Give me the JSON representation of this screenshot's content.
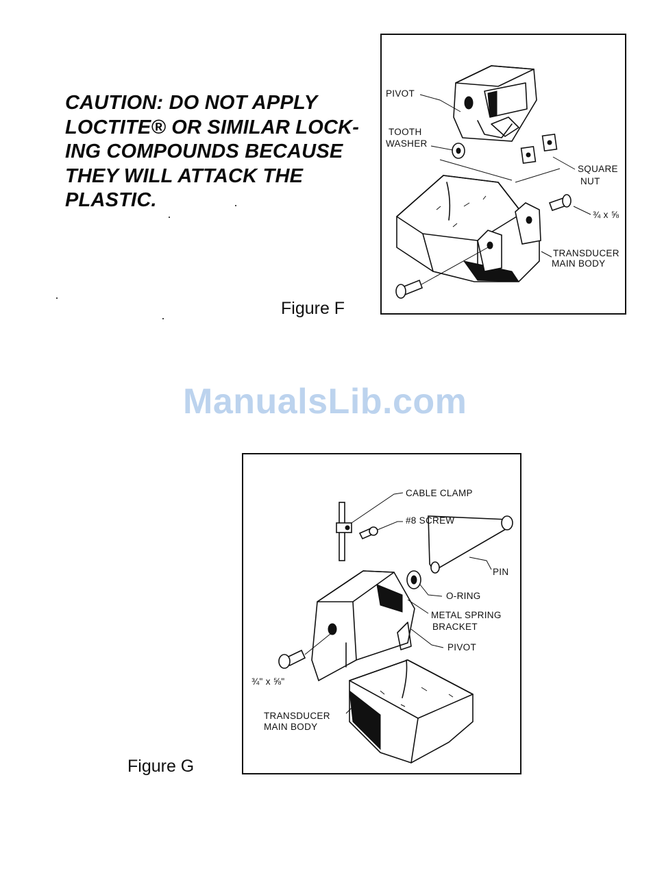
{
  "caution": {
    "lines": [
      "CAUTION: DO NOT APPLY",
      "LOCTITE® OR SIMILAR LOCK-",
      "ING COMPOUNDS BECAUSE",
      "THEY WILL ATTACK THE",
      "PLASTIC."
    ]
  },
  "figure_f": {
    "caption": "Figure F",
    "labels": {
      "pivot": "PIVOT",
      "tooth": "TOOTH",
      "washer": "WASHER",
      "square": "SQUARE",
      "nut": "NUT",
      "bolt_size": "¾ x ⅝",
      "transducer": "TRANSDUCER",
      "main_body": "MAIN BODY"
    }
  },
  "watermark": "ManualsLib.com",
  "figure_g": {
    "caption": "Figure G",
    "labels": {
      "cable_clamp": "CABLE CLAMP",
      "screw": "#8 SCREW",
      "pin": "PIN",
      "oring": "O-RING",
      "metal_spring": "METAL SPRING",
      "bracket": "BRACKET",
      "pivot": "PIVOT",
      "bolt_size": "¾\" x ⅝\"",
      "transducer": "TRANSDUCER",
      "main_body": "MAIN BODY"
    }
  }
}
